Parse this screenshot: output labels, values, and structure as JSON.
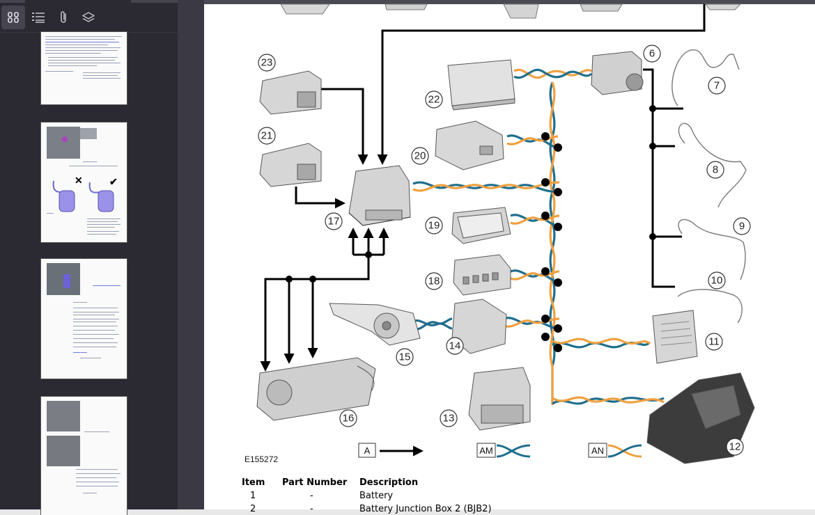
{
  "toolbar": {
    "thumbnails_icon": "thumbnails-icon",
    "outline_icon": "outline-icon",
    "attachments_icon": "paperclip-icon",
    "layers_icon": "layers-icon"
  },
  "diagram": {
    "figure_id": "E155272",
    "callouts": [
      "6",
      "7",
      "8",
      "9",
      "10",
      "11",
      "12",
      "13",
      "14",
      "15",
      "16",
      "17",
      "18",
      "19",
      "20",
      "21",
      "22",
      "23"
    ],
    "key": {
      "a_label": "A",
      "am_label": "AM",
      "an_label": "AN"
    },
    "colors": {
      "teal": "#1f6e8c",
      "orange": "#f0a040"
    }
  },
  "table": {
    "headers": [
      "Item",
      "Part Number",
      "Description"
    ],
    "rows": [
      {
        "item": "1",
        "part": "-",
        "desc": "Battery"
      },
      {
        "item": "2",
        "part": "-",
        "desc": "Battery Junction Box 2 (BJB2)"
      }
    ]
  }
}
